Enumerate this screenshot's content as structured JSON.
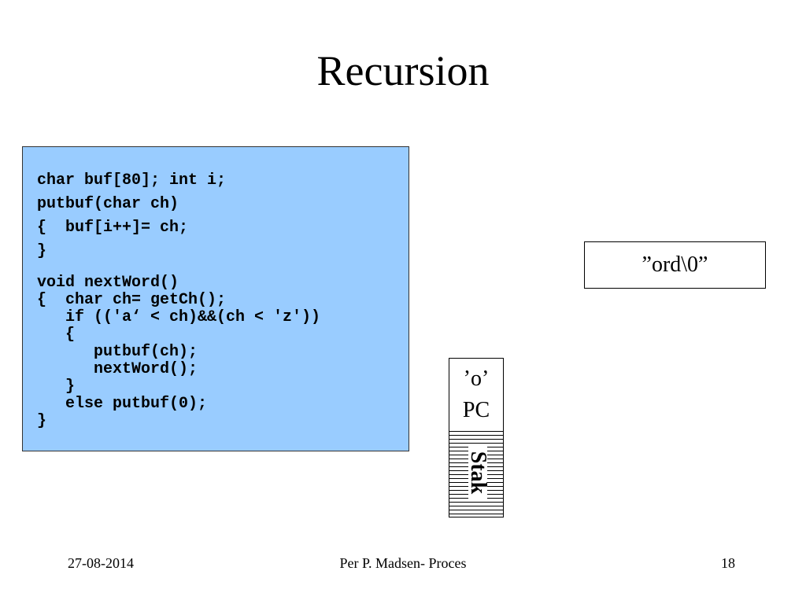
{
  "slide": {
    "title": "Recursion",
    "code_lines": [
      "char buf[80]; int i;",
      "putbuf(char ch)",
      "{  buf[i++]= ch;",
      "}",
      "void nextWord()",
      "{  char ch= getCh();",
      "   if (('a‘ < ch)&&(ch < 'z'))",
      "   {",
      "      putbuf(ch);",
      "      nextWord();",
      "   }",
      "   else putbuf(0);",
      "}"
    ],
    "buffer_string": "”ord\\0”",
    "stack": {
      "char_value": "’o’",
      "pc_label": "PC",
      "stack_label": "Stak"
    }
  },
  "footer": {
    "date": "27-08-2014",
    "author": "Per P. Madsen- Proces",
    "page_number": "18"
  },
  "colors": {
    "code_box_background": "#99ccff"
  }
}
